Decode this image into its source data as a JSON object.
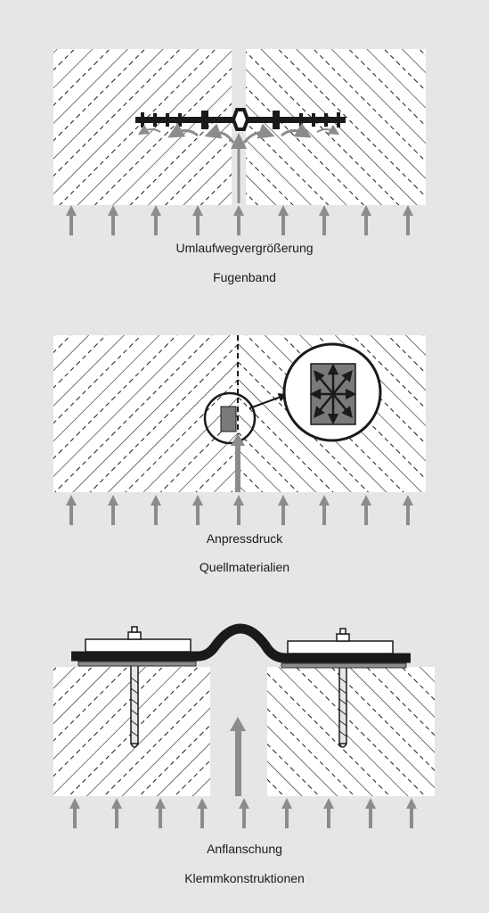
{
  "panels": [
    {
      "effect": "Umlaufwegvergrößerung",
      "method": "Fugenband"
    },
    {
      "effect": "Anpressdruck",
      "method": "Quellmaterialien"
    },
    {
      "effect": "Anflanschung",
      "method": "Klemmkonstruktionen"
    }
  ],
  "colors": {
    "background": "#e6e6e6",
    "concrete": "#ffffff",
    "hatch": "#1a1a1a",
    "arrow": "#8c8c8c",
    "band": "#1a1a1a",
    "swell": "#7a7a7a"
  },
  "icons": [
    "water-pressure-arrow-icon",
    "magnifier-circle-icon",
    "bolt-icon",
    "anchor-icon"
  ]
}
